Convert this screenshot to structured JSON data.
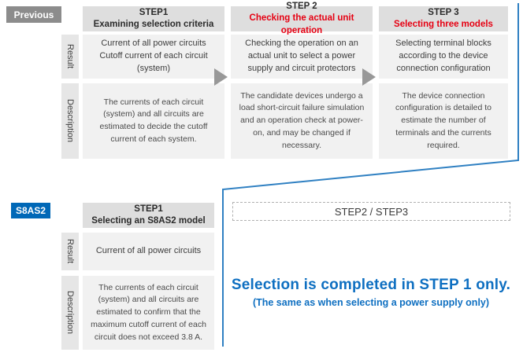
{
  "colors": {
    "previous_tag_bg": "#8c8c8c",
    "s8as2_tag_bg": "#0068b7",
    "step_highlight_red": "#e60012",
    "accent_blue_text": "#0e6fc1",
    "blue_line": "#2f80c2"
  },
  "previous": {
    "label": "Previous",
    "result_label": "Result",
    "description_label": "Description",
    "steps": [
      {
        "title1": "STEP1",
        "title2": "Examining selection criteria",
        "result": "Current of all power circuits\nCutoff current of each circuit (system)",
        "description": "The currents of each circuit (system) and all circuits are estimated to decide the cutoff current of each system."
      },
      {
        "title1": "STEP 2",
        "title2": "Checking the actual unit operation",
        "result": "Checking the operation on an actual unit to select a power supply and circuit protectors",
        "description": "The candidate devices undergo a load short-circuit failure simulation and an operation check at power-on, and may be changed if necessary."
      },
      {
        "title1": "STEP 3",
        "title2": "Selecting three models",
        "result": "Selecting terminal blocks according to the device connection configuration",
        "description": "The device connection configuration is detailed to estimate the number of terminals and the currents required."
      }
    ]
  },
  "s8as2": {
    "label": "S8AS2",
    "result_label": "Result",
    "description_label": "Description",
    "step": {
      "title1": "STEP1",
      "title2": "Selecting an S8AS2 model",
      "result": "Current of all power circuits",
      "description": "The currents of each circuit (system) and all circuits are estimated to confirm that the maximum cutoff current of each circuit does not exceed 3.8 A."
    },
    "skipped_steps": "STEP2 / STEP3",
    "highlight": "Selection is completed in STEP 1 only.",
    "highlight_sub": "(The same as when selecting a power supply only)"
  }
}
